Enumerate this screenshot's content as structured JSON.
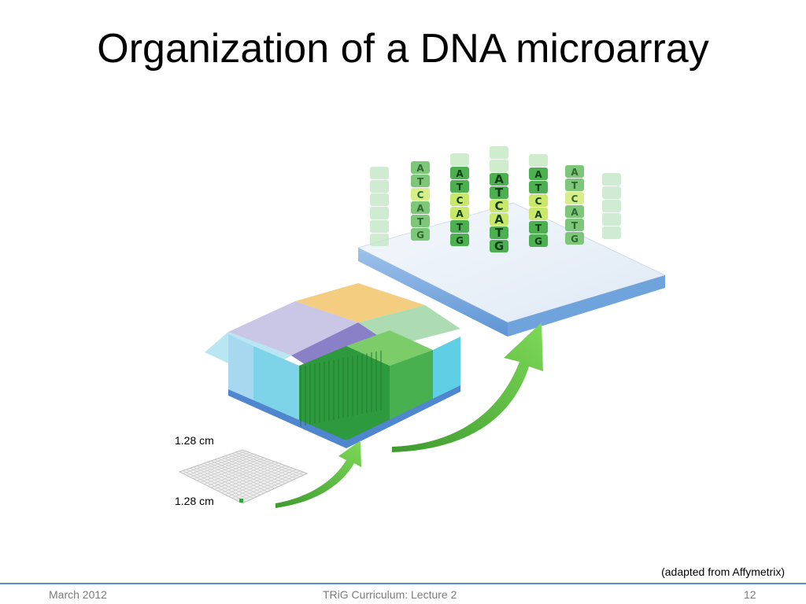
{
  "slide": {
    "title": "Organization of a DNA microarray",
    "dimension_top": "1.28 cm",
    "dimension_bottom": "1.28 cm",
    "credit": "(adapted from Affymetrix)",
    "footer_left": "March 2012",
    "footer_center": "TRiG Curriculum: Lecture 2",
    "page_number": "12"
  },
  "probe_letters": [
    "A",
    "T",
    "C",
    "A",
    "T",
    "G"
  ],
  "colors": {
    "accent_line": "#5b8fc7",
    "arrow_green": "#5cbf3f",
    "dark_green": "#2e9a3e",
    "light_blue": "#7dd3e8",
    "purple": "#8a80c8",
    "yellow": "#f2c46a"
  }
}
